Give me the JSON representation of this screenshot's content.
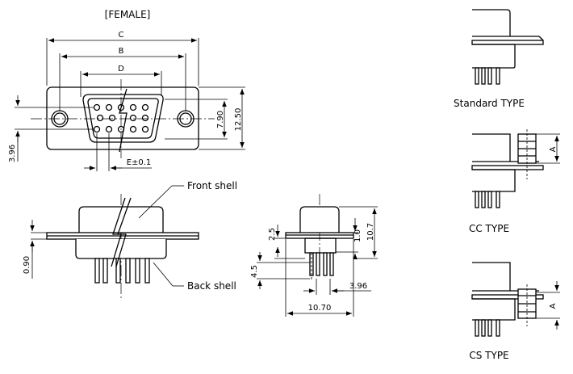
{
  "header": {
    "female_label": "[FEMALE]"
  },
  "dimensions": {
    "c": "C",
    "b": "B",
    "d": "D",
    "e_tol": "E±0.1",
    "h_7_90": "7.90",
    "h_12_50": "12.50",
    "v_3_96": "3.96",
    "v_0_90": "0.90",
    "v_2_5": "2.5",
    "v_1_0": "1.0",
    "v_10_7": "10.7",
    "v_4_5": "4.5",
    "h_3_96": "3.96",
    "w_10_70": "10.70",
    "a_cc": "A",
    "a_cs": "A"
  },
  "callouts": {
    "front_shell": "Front shell",
    "back_shell": "Back shell"
  },
  "types": {
    "standard": "Standard TYPE",
    "cc": "CC TYPE",
    "cs": "CS TYPE"
  }
}
